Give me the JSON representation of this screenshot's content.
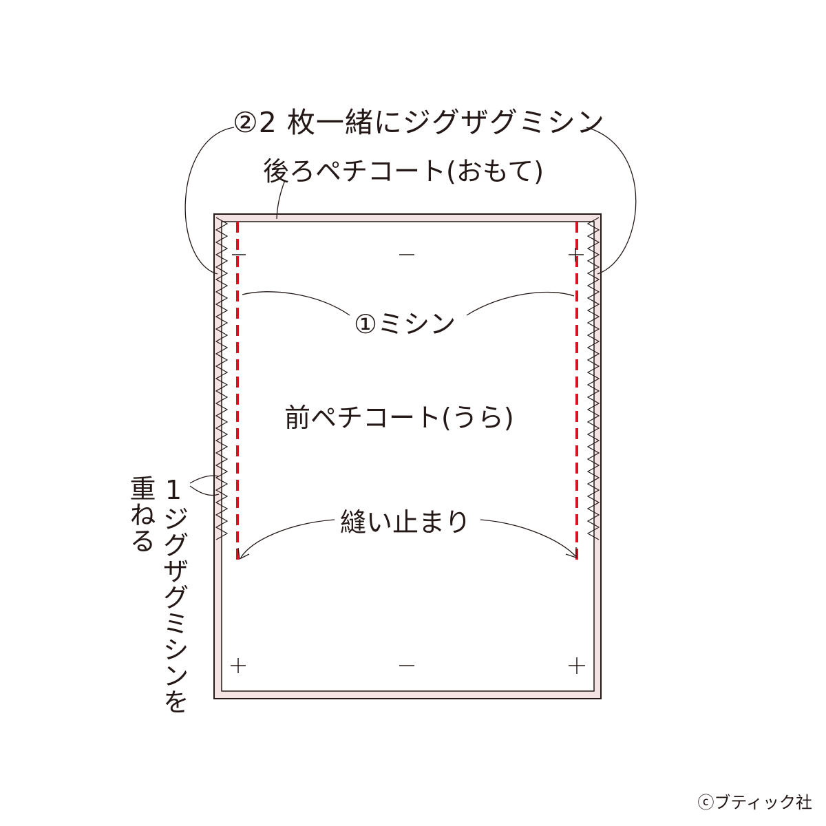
{
  "labels": {
    "zigzag_together": "②2 枚一緒にジグザグミシン",
    "back_petticoat": "後ろペチコート(おもて)",
    "machine_stitch": "①ミシン",
    "front_petticoat": "前ペチコート(うら)",
    "stitch_stop": "縫い止まり",
    "overlap_zigzag": "1ジグザグミシンを",
    "overlap_verb": "重ねる"
  },
  "copyright": "ⓒブティック社",
  "colors": {
    "line": "#231815",
    "stitch": "#d7141d",
    "fabric_edge": "#f3e3e2"
  }
}
